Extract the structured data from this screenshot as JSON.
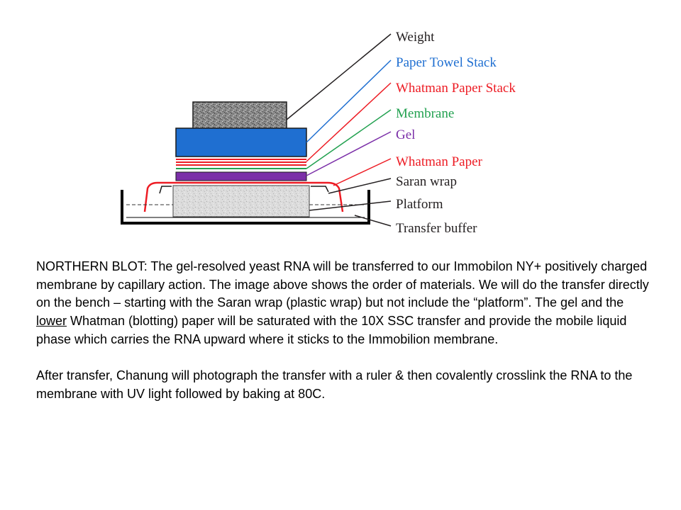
{
  "diagram": {
    "labels": [
      {
        "id": "weight",
        "text": "Weight",
        "color": "#231f20"
      },
      {
        "id": "paper-towel-stack",
        "text": "Paper Towel Stack",
        "color": "#1f6fd1"
      },
      {
        "id": "whatman-paper-stack",
        "text": "Whatman Paper Stack",
        "color": "#ed1c24"
      },
      {
        "id": "membrane",
        "text": "Membrane",
        "color": "#22a150"
      },
      {
        "id": "gel",
        "text": "Gel",
        "color": "#7b2fa8"
      },
      {
        "id": "whatman-paper",
        "text": "Whatman Paper",
        "color": "#ed1c24"
      },
      {
        "id": "saran-wrap",
        "text": "Saran wrap",
        "color": "#231f20"
      },
      {
        "id": "platform",
        "text": "Platform",
        "color": "#231f20"
      },
      {
        "id": "transfer-buffer",
        "text": "Transfer buffer",
        "color": "#231f20"
      }
    ],
    "colors": {
      "weight": "#8c8c8c",
      "paper_towel": "#1f6fd1",
      "whatman_stack": "#ed1c24",
      "membrane": "#22a150",
      "gel": "#7b2fa8",
      "whatman_paper": "#ed1c24",
      "platform": "#d9d9d9",
      "tray": "#000000"
    }
  },
  "caption": {
    "p1_before": "NORTHERN BLOT: The gel-resolved yeast RNA will be transferred to our Immobilon NY+ positively charged membrane by capillary action.  The image above shows the order of materials.  We will do the transfer directly on the bench – starting with the Saran wrap (plastic wrap) but not include the “platform”.  The gel and the ",
    "p1_underlined": "lower",
    "p1_after": " Whatman (blotting) paper will be saturated with the 10X SSC transfer and provide the mobile liquid phase which carries the RNA upward where it sticks to the Immobilion membrane.",
    "p2": "After transfer, Chanung will photograph the transfer with a ruler & then covalently crosslink the RNA to the membrane with UV light followed by baking at 80C."
  }
}
